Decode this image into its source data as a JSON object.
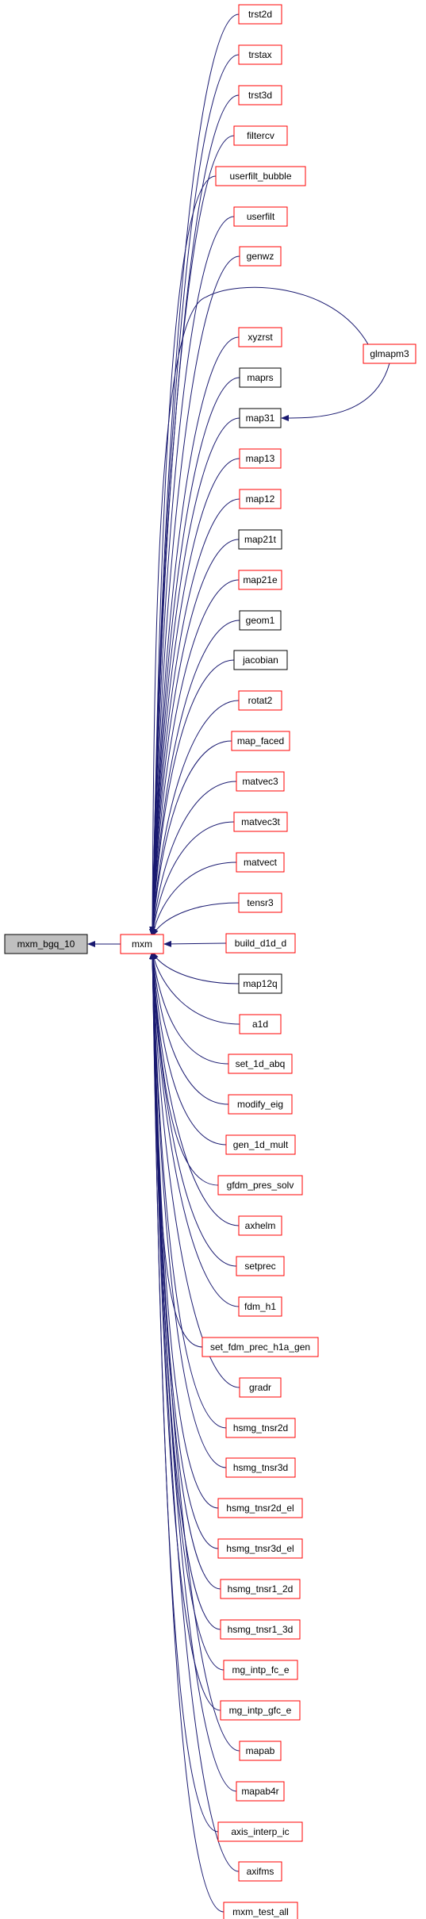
{
  "colors": {
    "edge": "#191970",
    "link_border": "#ff0000",
    "plain_border": "#000000",
    "root_fill": "#bfbfbf",
    "node_fill": "#ffffff"
  },
  "root": {
    "label": "mxm_bgq_10",
    "style": "root"
  },
  "hub": {
    "label": "mxm",
    "style": "link"
  },
  "callers": [
    {
      "label": "trst2d",
      "style": "link"
    },
    {
      "label": "trstax",
      "style": "link"
    },
    {
      "label": "trst3d",
      "style": "link"
    },
    {
      "label": "filtercv",
      "style": "link"
    },
    {
      "label": "userfilt_bubble",
      "style": "link"
    },
    {
      "label": "userfilt",
      "style": "link"
    },
    {
      "label": "genwz",
      "style": "link"
    },
    {
      "label": "xyzrst",
      "style": "link"
    },
    {
      "label": "maprs",
      "style": "plain"
    },
    {
      "label": "map31",
      "style": "plain"
    },
    {
      "label": "map13",
      "style": "link"
    },
    {
      "label": "map12",
      "style": "link"
    },
    {
      "label": "map21t",
      "style": "plain"
    },
    {
      "label": "map21e",
      "style": "link"
    },
    {
      "label": "geom1",
      "style": "plain"
    },
    {
      "label": "jacobian",
      "style": "plain"
    },
    {
      "label": "rotat2",
      "style": "link"
    },
    {
      "label": "map_faced",
      "style": "link"
    },
    {
      "label": "matvec3",
      "style": "link"
    },
    {
      "label": "matvec3t",
      "style": "link"
    },
    {
      "label": "matvect",
      "style": "link"
    },
    {
      "label": "tensr3",
      "style": "link"
    },
    {
      "label": "build_d1d_d",
      "style": "link"
    },
    {
      "label": "map12q",
      "style": "plain"
    },
    {
      "label": "a1d",
      "style": "link"
    },
    {
      "label": "set_1d_abq",
      "style": "link"
    },
    {
      "label": "modify_eig",
      "style": "link"
    },
    {
      "label": "gen_1d_mult",
      "style": "link"
    },
    {
      "label": "gfdm_pres_solv",
      "style": "link"
    },
    {
      "label": "axhelm",
      "style": "link"
    },
    {
      "label": "setprec",
      "style": "link"
    },
    {
      "label": "fdm_h1",
      "style": "link"
    },
    {
      "label": "set_fdm_prec_h1a_gen",
      "style": "link"
    },
    {
      "label": "gradr",
      "style": "link"
    },
    {
      "label": "hsmg_tnsr2d",
      "style": "link"
    },
    {
      "label": "hsmg_tnsr3d",
      "style": "link"
    },
    {
      "label": "hsmg_tnsr2d_el",
      "style": "link"
    },
    {
      "label": "hsmg_tnsr3d_el",
      "style": "link"
    },
    {
      "label": "hsmg_tnsr1_2d",
      "style": "link"
    },
    {
      "label": "hsmg_tnsr1_3d",
      "style": "link"
    },
    {
      "label": "mg_intp_fc_e",
      "style": "link"
    },
    {
      "label": "mg_intp_gfc_e",
      "style": "link"
    },
    {
      "label": "mapab",
      "style": "link"
    },
    {
      "label": "mapab4r",
      "style": "link"
    },
    {
      "label": "axis_interp_ic",
      "style": "link"
    },
    {
      "label": "axifms",
      "style": "link"
    },
    {
      "label": "mxm_test_all",
      "style": "link"
    }
  ],
  "secondary": {
    "label": "glmapm3",
    "style": "link"
  },
  "edges": [
    {
      "from": "glmapm3",
      "to": "map31"
    }
  ]
}
